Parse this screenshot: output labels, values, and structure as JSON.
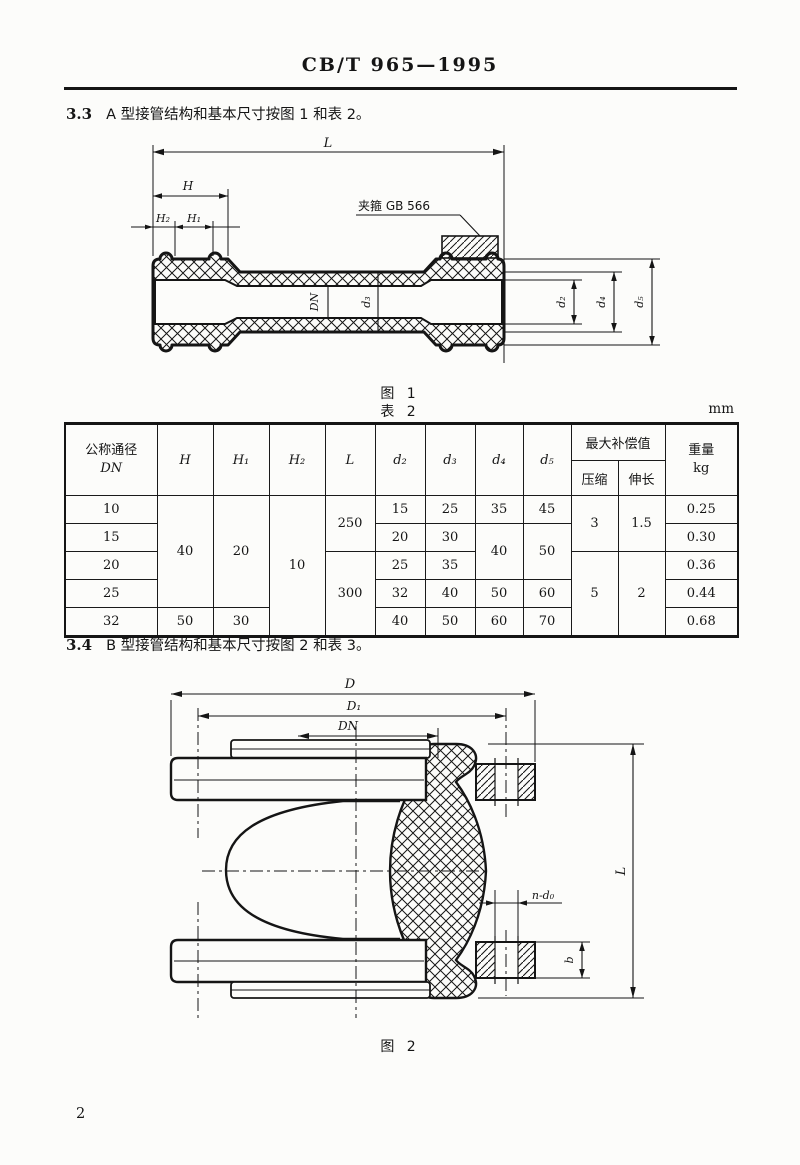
{
  "header": {
    "title": "CB/T 965—1995"
  },
  "sections": {
    "s33_num": "3.3",
    "s33_text": "A 型接管结构和基本尺寸按图 1 和表 2。",
    "s34_num": "3.4",
    "s34_text": "B 型接管结构和基本尺寸按图 2 和表 3。"
  },
  "figure1": {
    "caption": "图 1",
    "labels": {
      "l": "L",
      "h": "H",
      "h1": "H₁",
      "h2": "H₂",
      "clamp": "夹箍 GB 566",
      "dn": "DN",
      "d3": "d₃",
      "d2": "d₂",
      "d4": "d₄",
      "d5": "d₅"
    }
  },
  "table2": {
    "caption": "表 2",
    "unit": "mm",
    "head": {
      "dn1": "公称通径",
      "dn2": "DN",
      "h": "H",
      "h1": "H₁",
      "h2": "H₂",
      "l": "L",
      "d2": "d₂",
      "d3": "d₃",
      "d4": "d₄",
      "d5": "d₅",
      "comp_group": "最大补偿值",
      "compress": "压缩",
      "extend": "伸长",
      "w1": "重量",
      "w2": "kg"
    },
    "body": {
      "dn": [
        "10",
        "15",
        "20",
        "25",
        "32"
      ],
      "h_r1to4": "40",
      "h_r5": "50",
      "h1_r1to4": "20",
      "h1_r5": "30",
      "h2_all": "10",
      "l_r1to2": "250",
      "l_r3to5": "300",
      "d2": [
        "15",
        "20",
        "25",
        "32",
        "40"
      ],
      "d3": [
        "25",
        "30",
        "35",
        "40",
        "50"
      ],
      "d4_r1": "35",
      "d4_r2to3": "40",
      "d4_r4": "50",
      "d4_r5": "60",
      "d5_r1": "45",
      "d5_r2to3": "50",
      "d5_r4": "60",
      "d5_r5": "70",
      "comp_r1to2": "3",
      "comp_r3to5": "5",
      "ext_r1to2": "1.5",
      "ext_r3to5": "2",
      "weight": [
        "0.25",
        "0.30",
        "0.36",
        "0.44",
        "0.68"
      ]
    }
  },
  "figure2": {
    "caption": "图 2",
    "labels": {
      "d": "D",
      "d1": "D₁",
      "dn": "DN",
      "nd0": "n-d₀",
      "b": "b",
      "l": "L"
    }
  },
  "footer": {
    "page_number": "2"
  }
}
